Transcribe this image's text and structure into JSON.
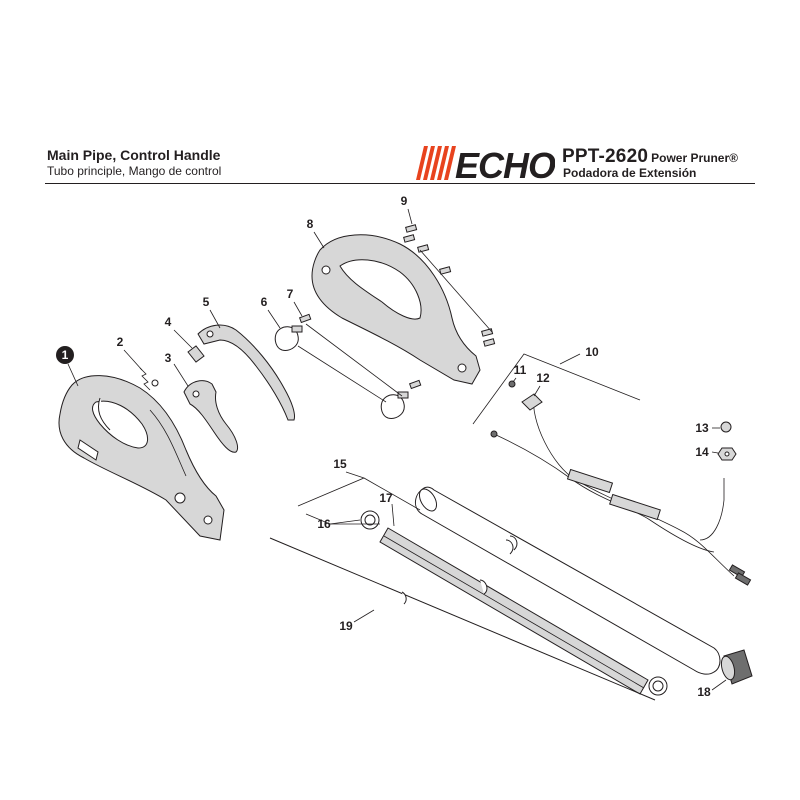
{
  "header": {
    "title": "Main Pipe, Control Handle",
    "subtitle": "Tubo principle, Mango de control",
    "brand": "ECHO",
    "model": "PPT-2620",
    "product": "Power Pruner®",
    "product_es": "Podadora de Extensión"
  },
  "colors": {
    "brand_orange": "#e8431e",
    "ink": "#231f20",
    "part_shade": "#d7d7d7"
  },
  "parts": [
    {
      "n": "1"
    },
    {
      "n": "2"
    },
    {
      "n": "3"
    },
    {
      "n": "4"
    },
    {
      "n": "5"
    },
    {
      "n": "6"
    },
    {
      "n": "7"
    },
    {
      "n": "8"
    },
    {
      "n": "9"
    },
    {
      "n": "10"
    },
    {
      "n": "11"
    },
    {
      "n": "12"
    },
    {
      "n": "13"
    },
    {
      "n": "14"
    },
    {
      "n": "15"
    },
    {
      "n": "16"
    },
    {
      "n": "17"
    },
    {
      "n": "18"
    },
    {
      "n": "19"
    }
  ]
}
